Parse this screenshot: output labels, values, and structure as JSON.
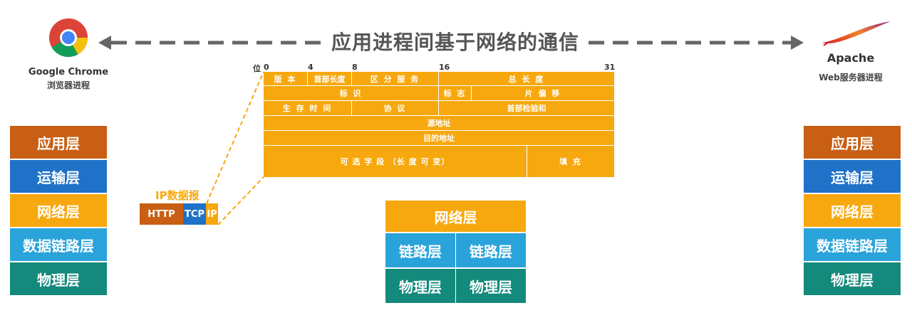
{
  "title": "应用进程间基于网络的通信",
  "left_end": {
    "name": "Google Chrome",
    "sub": "浏览器进程",
    "icon": "chrome-logo-icon"
  },
  "right_end": {
    "name": "Apache",
    "sub": "Web服务器进程",
    "icon": "apache-feather-icon"
  },
  "stack_layers": [
    "应用层",
    "运输层",
    "网络层",
    "数据链路层",
    "物理层"
  ],
  "ip_packet": {
    "label": "IP数据报",
    "segments": [
      "HTTP",
      "TCP",
      "IP"
    ]
  },
  "ip_header": {
    "bit_prefix": "位",
    "bit_marks": [
      "0",
      "4",
      "8",
      "16",
      "31"
    ],
    "fields": {
      "version": "版 本",
      "ihl": "首部长度",
      "tos": "区 分 服 务",
      "total_length": "总 长 度",
      "identification": "标 识",
      "flags": "标 志",
      "fragment_offset": "片 偏 移",
      "ttl": "生 存 时 间",
      "protocol": "协 议",
      "checksum": "首部检验和",
      "src": "源地址",
      "dst": "目的地址",
      "options": "可 选 字 段 （长 度 可 变）",
      "padding": "填 充"
    }
  },
  "router": {
    "network_layer": "网络层",
    "link_layers": [
      "链路层",
      "链路层"
    ],
    "physical_layers": [
      "物理层",
      "物理层"
    ]
  },
  "colors": {
    "app": "#c85f14",
    "transport": "#1f72c8",
    "network": "#f7a80e",
    "link": "#2aa3da",
    "physical": "#138a7b",
    "arrow": "#666666"
  }
}
